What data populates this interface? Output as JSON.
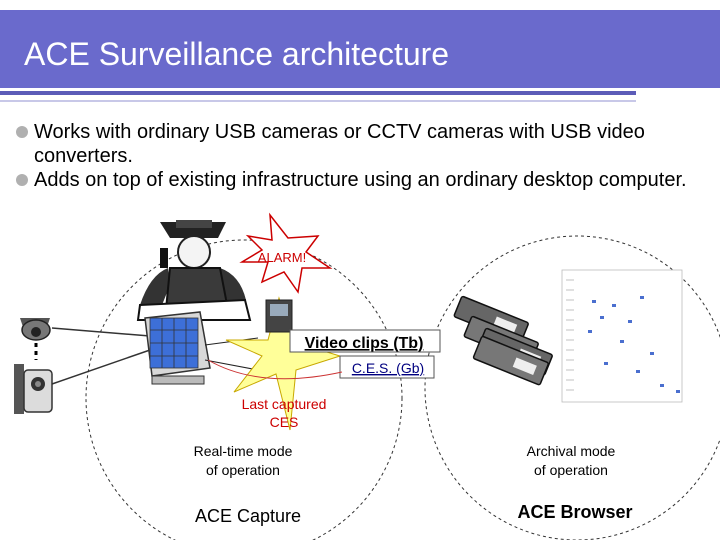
{
  "slide": {
    "title": "ACE Surveillance architecture",
    "bullets": [
      "Works with ordinary USB cameras or CCTV cameras with USB video converters.",
      "Adds on top of existing infrastructure using an ordinary desktop computer."
    ]
  },
  "diagram": {
    "alarm_label": "ALARM!",
    "video_clips_label": "Video clips (Tb)",
    "ces_label": "C.E.S. (Gb)",
    "last_captured_line1": "Last captured",
    "last_captured_line2": "CES",
    "realtime_line1": "Real-time mode",
    "realtime_line2": "of operation",
    "archival_line1": "Archival mode",
    "archival_line2": "of operation",
    "ace_capture": "ACE Capture",
    "ace_browser": "ACE Browser"
  },
  "colors": {
    "title_bar": "#6a6acc",
    "alarm_text": "#cc0000",
    "ces_text": "#000080",
    "last_captured_text": "#cc0000"
  }
}
